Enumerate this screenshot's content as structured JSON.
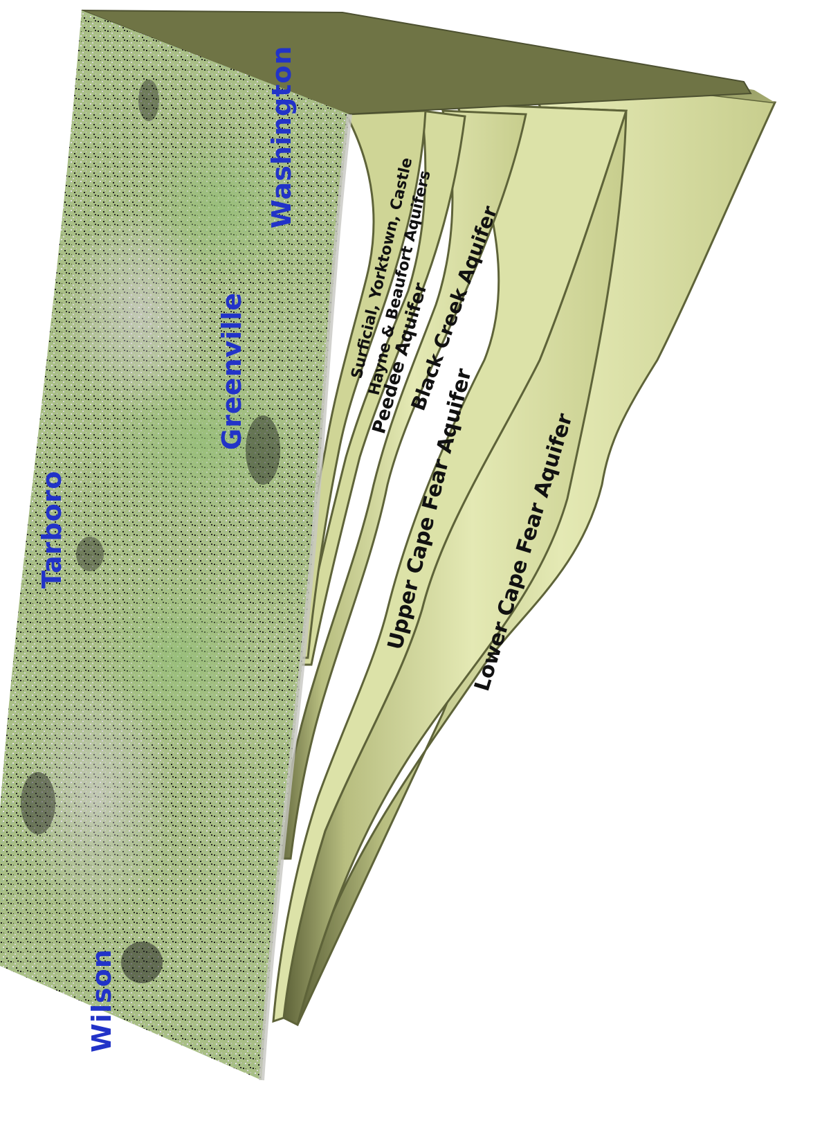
{
  "colors": {
    "city_label": "#2233c8",
    "map_base": "#a9bf86",
    "map_speckle_dark": "#1b1b1b",
    "map_speckle_light": "#d8d4d9",
    "layer_light": "#e3e8b2",
    "layer_mid": "#c9cf8f",
    "layer_dark": "#6f7445",
    "aquifer_label": "#111111"
  },
  "cities": {
    "washington": "Washington",
    "greenville": "Greenville",
    "tarboro": "Tarboro",
    "wilson": "Wilson"
  },
  "aquifers": {
    "surficial_line1": "Surficial, Yorktown, Castle",
    "surficial_line2": "Hayne & Beaufort Aquifers",
    "peedee": "Peedee Aquifer",
    "black_creek": "Black Creek Aquifer",
    "upper_cape_fear": "Upper Cape Fear Aquifer",
    "lower_cape_fear": "Lower Cape Fear Aquifer"
  }
}
